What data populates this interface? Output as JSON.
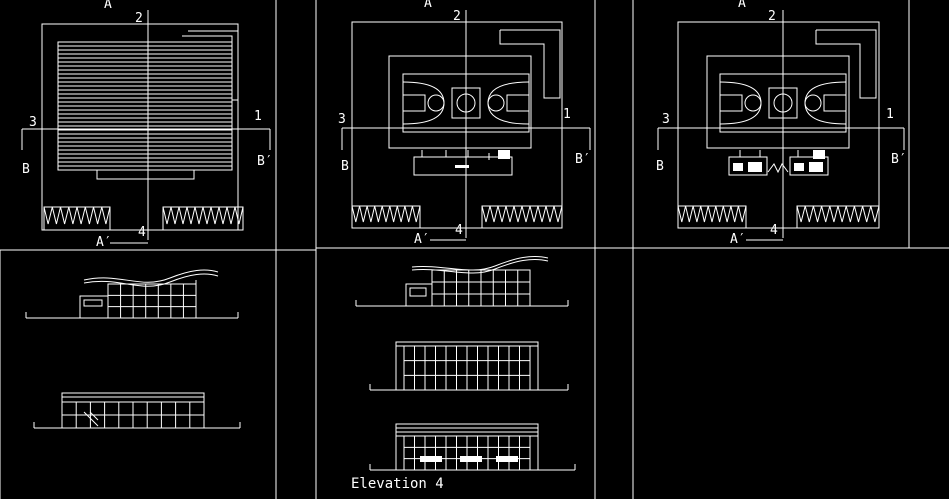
{
  "viewport": {
    "background": "#000000",
    "linework": "#ffffff"
  },
  "plans": [
    {
      "name": "roof-plan",
      "labels": {
        "top": "A",
        "top_grid": "2",
        "left_grid": "3",
        "left_section": "B",
        "right_grid": "1",
        "right_section": "B′",
        "bottom_section": "A′",
        "bottom_grid": "4"
      }
    },
    {
      "name": "court-plan",
      "labels": {
        "top": "A",
        "top_grid": "2",
        "left_grid": "3",
        "left_section": "B",
        "right_grid": "1",
        "right_section": "B′",
        "bottom_section": "A′",
        "bottom_grid": "4"
      }
    },
    {
      "name": "court-plan-with-rooms",
      "labels": {
        "top": "A",
        "top_grid": "2",
        "left_grid": "3",
        "left_section": "B",
        "right_grid": "1",
        "right_section": "B′",
        "bottom_section": "A′",
        "bottom_grid": "4"
      }
    }
  ],
  "elevations": {
    "caption": "Elevation 4"
  }
}
